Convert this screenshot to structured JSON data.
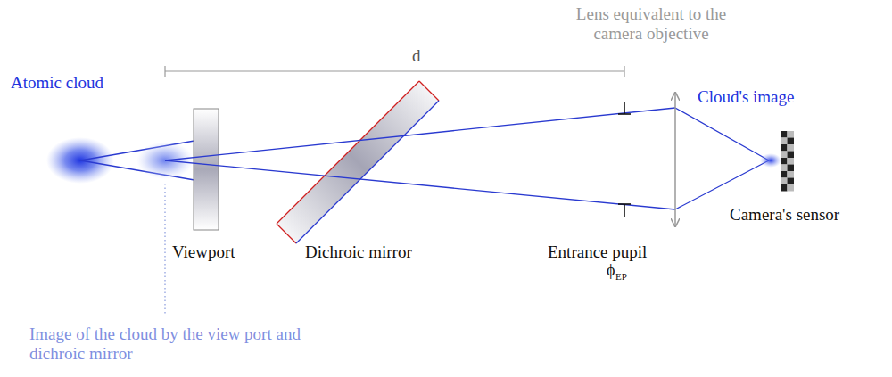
{
  "diagram": {
    "labels": [
      "Lens equivalent to the camera objective",
      "d",
      "Atomic cloud",
      "Cloud's image",
      "Camera's sensor",
      "Viewport",
      "Dichroic mirror",
      "Entrance pupil",
      "ϕ",
      "EP",
      "Image of the cloud by the view port and dichroic mirror"
    ]
  }
}
